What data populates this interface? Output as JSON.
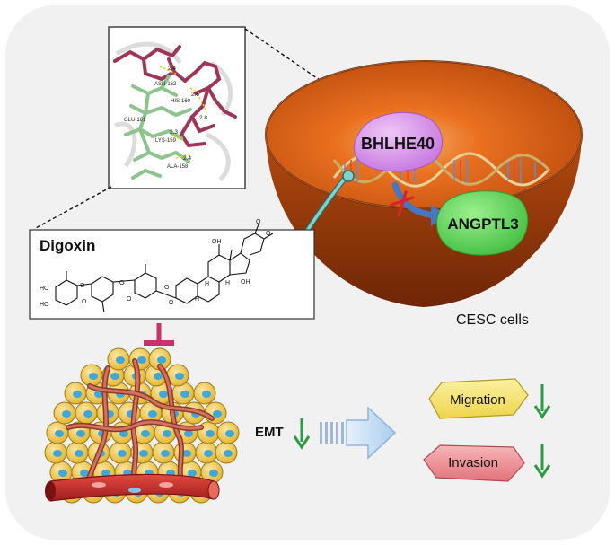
{
  "colors": {
    "panel": "#f0f0f0",
    "bowl_outer": "#c2500f",
    "bowl_inner": "#e6661b",
    "bhlhe40": "#d58ee8",
    "angptl3": "#5fd65a",
    "inhibit": "#c4336a",
    "arrow_green": "#2e9a42",
    "migration": "#f6e46b",
    "invasion": "#ec8c90",
    "blood_vessel": "#c9262b",
    "tumor_cell": "#f2c949",
    "nucleus": "#3fa8d8",
    "protein_residue": "#8bc38c",
    "ligand": "#a13a58"
  },
  "molecular_docking": {
    "residues": [
      "ASN-162",
      "HIS-160",
      "GLU-161",
      "LYS-159",
      "ALA-158"
    ],
    "distances": [
      "2.4",
      "2.6",
      "2.8",
      "2.3",
      "2.4"
    ]
  },
  "drug": {
    "name": "Digoxin",
    "atoms": [
      "HO",
      "HO",
      "O",
      "O",
      "O",
      "O",
      "O",
      "O",
      "O",
      "O",
      "OH",
      "OH",
      "H",
      "H",
      "H"
    ]
  },
  "cell": {
    "gene_tf": "BHLHE40",
    "gene_target": "ANGPTL3",
    "label": "CESC cells"
  },
  "process": {
    "emt_label": "EMT",
    "outcomes": [
      {
        "label": "Migration"
      },
      {
        "label": "Invasion"
      }
    ]
  },
  "icons": [
    "arrow-down-icon",
    "hollow-arrow-right-icon",
    "inhibition-bar-icon",
    "blocked-arrow-icon",
    "dna-helix-icon"
  ]
}
